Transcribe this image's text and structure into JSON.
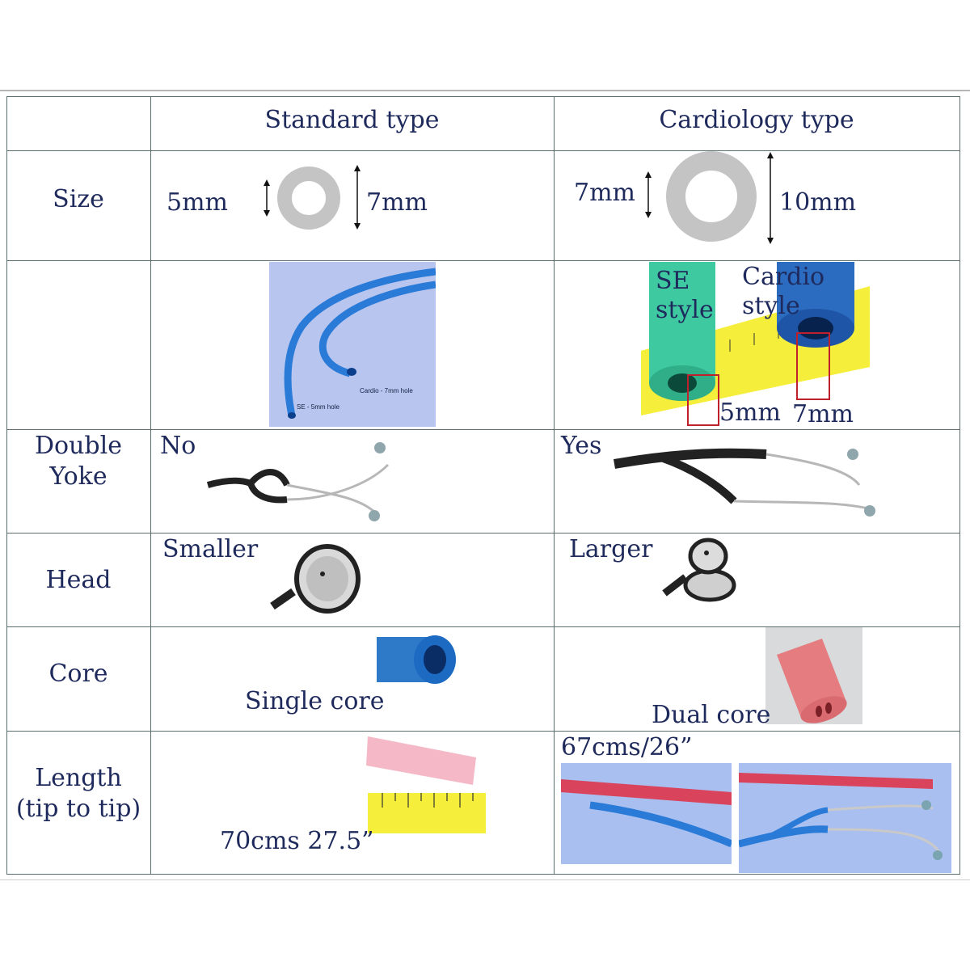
{
  "header": {
    "standard": "Standard type",
    "cardiology": "Cardiology type"
  },
  "rows": {
    "size": {
      "label": "Size",
      "standard_inner": "5mm",
      "standard_outer": "7mm",
      "cardio_inner": "7mm",
      "cardio_outer": "10mm"
    },
    "photo": {
      "standard_caption_cardio": "Cardio - 7mm hole",
      "standard_caption_se": "SE - 5mm hole",
      "cardio_se_label": "SE style",
      "cardio_cardio_label": "Cardio style",
      "cardio_5mm": "5mm",
      "cardio_7mm": "7mm"
    },
    "yoke": {
      "label_line1": "Double",
      "label_line2": "Yoke",
      "standard": "No",
      "cardio": "Yes"
    },
    "head": {
      "label": "Head",
      "standard": "Smaller",
      "cardio": "Larger"
    },
    "core": {
      "label": "Core",
      "standard": "Single core",
      "cardio": "Dual core"
    },
    "length": {
      "label_line1": "Length",
      "label_line2": "(tip to tip)",
      "standard": "70cms 27.5”",
      "cardio": "67cms/26”"
    }
  },
  "colors": {
    "text": "#1f2a5c",
    "grid": "#5b6d6d",
    "tube_blue": "#2a7ad8",
    "ring_gray": "#c4c4c4"
  }
}
